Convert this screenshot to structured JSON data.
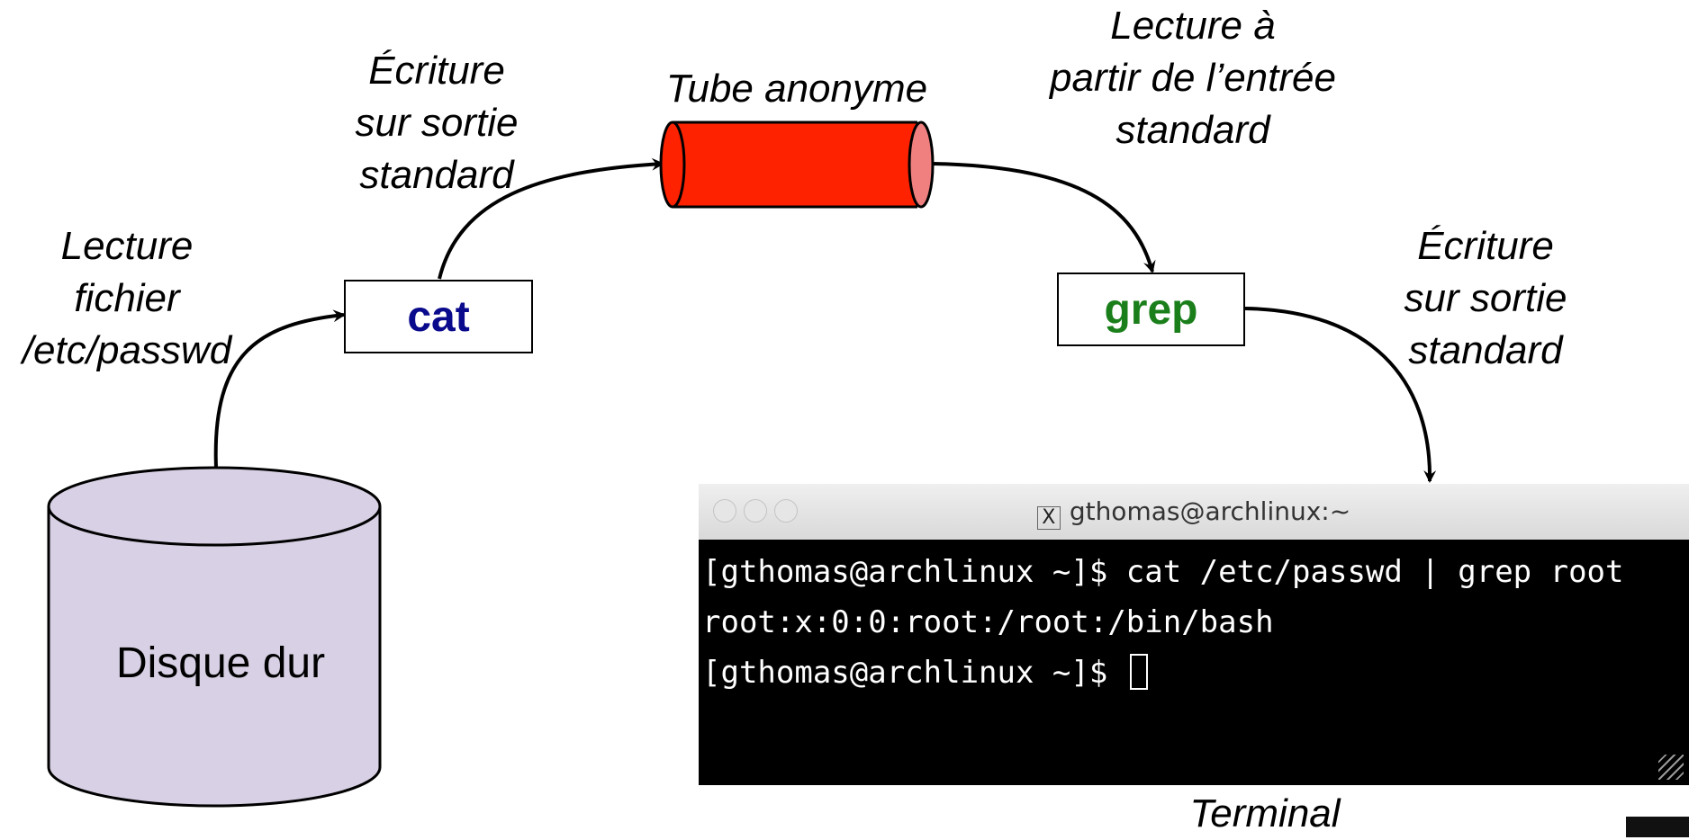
{
  "labels": {
    "read_file": [
      "Lecture",
      "fichier",
      "/etc/passwd"
    ],
    "write_stdout_cat": [
      "Écriture",
      "sur sortie",
      "standard"
    ],
    "pipe": "Tube anonyme",
    "read_stdin": [
      "Lecture à",
      "partir de l’entrée",
      "standard"
    ],
    "write_stdout_grep": [
      "Écriture",
      "sur sortie",
      "standard"
    ],
    "terminal_caption": "Terminal"
  },
  "nodes": {
    "cat": "cat",
    "grep": "grep",
    "disk": "Disque dur"
  },
  "terminal": {
    "title": "gthomas@archlinux:~",
    "x_glyph": "X",
    "lines": [
      "[gthomas@archlinux ~]$ cat /etc/passwd | grep root",
      "root:x:0:0:root:/root:/bin/bash",
      "[gthomas@archlinux ~]$ "
    ]
  },
  "colors": {
    "cat_text": "#0a0a8c",
    "grep_text": "#1a7f1a",
    "pipe_fill": "#ff2200",
    "pipe_end": "#f08080",
    "disk_fill": "#d8d0e4"
  }
}
